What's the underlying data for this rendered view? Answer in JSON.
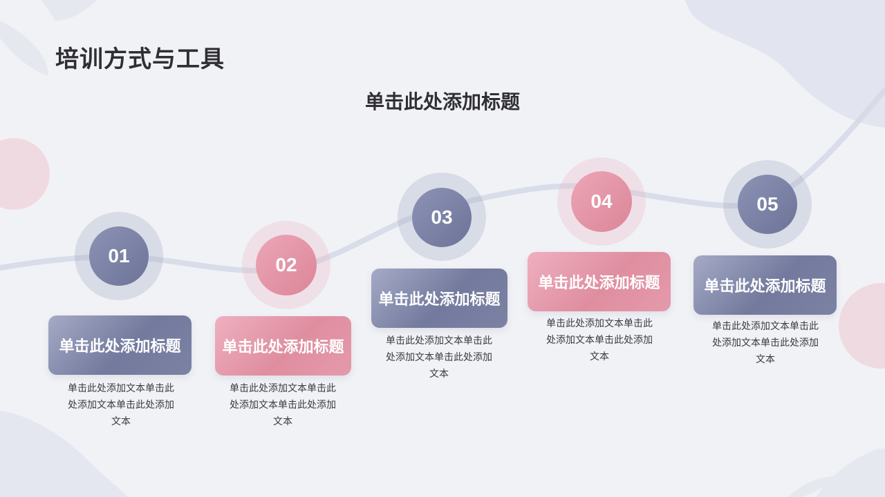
{
  "page": {
    "title": "培训方式与工具",
    "subtitle": "单击此处添加标题"
  },
  "colors": {
    "background": "#f1f2f6",
    "blue_accent": "#737a9d",
    "pink_accent": "#df8ea0",
    "text": "#2f2f33"
  },
  "steps": [
    {
      "number": "01",
      "title": "单击此处添加标题",
      "desc_lines": [
        "单击此处添加文本单击此",
        "处添加文本单击此处添加",
        "文本"
      ],
      "theme": "blue"
    },
    {
      "number": "02",
      "title": "单击此处添加标题",
      "desc_lines": [
        "单击此处添加文本单击此",
        "处添加文本单击此处添加",
        "文本"
      ],
      "theme": "pink"
    },
    {
      "number": "03",
      "title": "单击此处添加标题",
      "desc_lines": [
        "单击此处添加文本单击此",
        "处添加文本单击此处添加",
        "文本"
      ],
      "theme": "blue"
    },
    {
      "number": "04",
      "title": "单击此处添加标题",
      "desc_lines": [
        "单击此处添加文本单击此",
        "处添加文本单击此处添加",
        "文本"
      ],
      "theme": "pink"
    },
    {
      "number": "05",
      "title": "单击此处添加标题",
      "desc_lines": [
        "单击此处添加文本单击此",
        "处添加文本单击此处添加",
        "文本"
      ],
      "theme": "blue"
    }
  ]
}
